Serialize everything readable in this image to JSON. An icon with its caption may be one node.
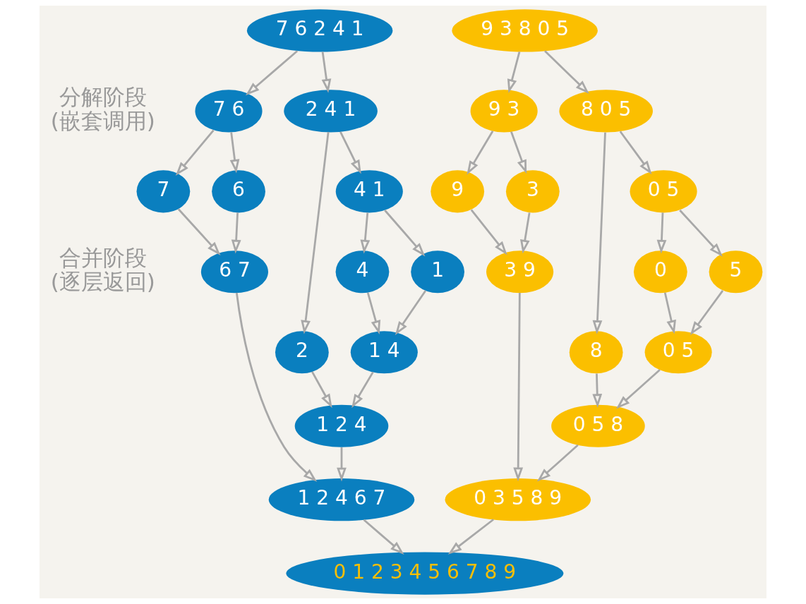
{
  "diagram": {
    "nodes": [
      {
        "text": [
          "7 6 2 4 1"
        ]
      },
      {
        "text": [
          "7 6"
        ]
      },
      {
        "text": [
          "2 4 1"
        ]
      },
      {
        "text": [
          "7"
        ]
      },
      {
        "text": [
          "6"
        ]
      },
      {
        "text": [
          "2"
        ]
      },
      {
        "text": [
          "4 1"
        ]
      },
      {
        "text": [
          "4"
        ]
      },
      {
        "text": [
          "1"
        ]
      },
      {
        "text": [
          "6 7"
        ]
      },
      {
        "text": [
          "1 4"
        ]
      },
      {
        "text": [
          "1 2 4"
        ]
      },
      {
        "text": [
          "1 2 4 6 7"
        ]
      },
      {
        "text": [
          "9 3 8 0 5"
        ]
      },
      {
        "text": [
          "9 3"
        ]
      },
      {
        "text": [
          "8 0 5"
        ]
      },
      {
        "text": [
          "9"
        ]
      },
      {
        "text": [
          "3"
        ]
      },
      {
        "text": [
          "8"
        ]
      },
      {
        "text": [
          "0 5"
        ]
      },
      {
        "text": [
          "3 9"
        ]
      },
      {
        "text": [
          "0"
        ]
      },
      {
        "text": [
          "5"
        ]
      },
      {
        "text": [
          "0 5"
        ]
      },
      {
        "text": [
          "0 5 8"
        ]
      },
      {
        "text": [
          "0 3 5 8 9"
        ]
      },
      {
        "text": [
          "0 1 2 3 4 5 6 7 8 9"
        ]
      }
    ],
    "edges": [
      {
        "from": 0,
        "to": 1,
        "arrow": "to"
      },
      {
        "from": 0,
        "to": 2,
        "arrow": "to"
      },
      {
        "from": 1,
        "to": 3,
        "arrow": "to"
      },
      {
        "from": 1,
        "to": 4,
        "arrow": "to"
      },
      {
        "from": 2,
        "to": 5,
        "arrow": "to"
      },
      {
        "from": 2,
        "to": 6,
        "arrow": "to"
      },
      {
        "from": 6,
        "to": 7,
        "arrow": "to"
      },
      {
        "from": 6,
        "to": 8,
        "arrow": "to"
      },
      {
        "from": 3,
        "to": 9,
        "arrow": "to"
      },
      {
        "from": 4,
        "to": 9,
        "arrow": "to"
      },
      {
        "from": 7,
        "to": 10,
        "arrow": "to"
      },
      {
        "from": 8,
        "to": 10,
        "arrow": "to"
      },
      {
        "from": 5,
        "to": 11,
        "arrow": "to"
      },
      {
        "from": 10,
        "to": 11,
        "arrow": "to"
      },
      {
        "from": 9,
        "to": 12,
        "arrow": "to"
      },
      {
        "from": 11,
        "to": 12,
        "arrow": "to"
      },
      {
        "from": 13,
        "to": 14,
        "arrow": "to"
      },
      {
        "from": 13,
        "to": 15,
        "arrow": "to"
      },
      {
        "from": 14,
        "to": 16,
        "arrow": "to"
      },
      {
        "from": 14,
        "to": 17,
        "arrow": "to"
      },
      {
        "from": 15,
        "to": 18,
        "arrow": "to"
      },
      {
        "from": 15,
        "to": 19,
        "arrow": "to"
      },
      {
        "from": 19,
        "to": 21,
        "arrow": "to"
      },
      {
        "from": 19,
        "to": 22,
        "arrow": "to"
      },
      {
        "from": 16,
        "to": 20,
        "arrow": "to"
      },
      {
        "from": 17,
        "to": 20,
        "arrow": "to"
      },
      {
        "from": 21,
        "to": 23,
        "arrow": "to"
      },
      {
        "from": 22,
        "to": 23,
        "arrow": "to"
      },
      {
        "from": 18,
        "to": 24,
        "arrow": "to"
      },
      {
        "from": 23,
        "to": 24,
        "arrow": "to"
      },
      {
        "from": 20,
        "to": 25,
        "arrow": "to"
      },
      {
        "from": 24,
        "to": 25,
        "arrow": "to"
      },
      {
        "from": 12,
        "to": 26,
        "arrow": "to"
      },
      {
        "from": 25,
        "to": 26,
        "arrow": "to"
      }
    ],
    "labels": [
      "分解阶段 (嵌套调用)",
      "合并阶段 (逐层返回)"
    ]
  }
}
